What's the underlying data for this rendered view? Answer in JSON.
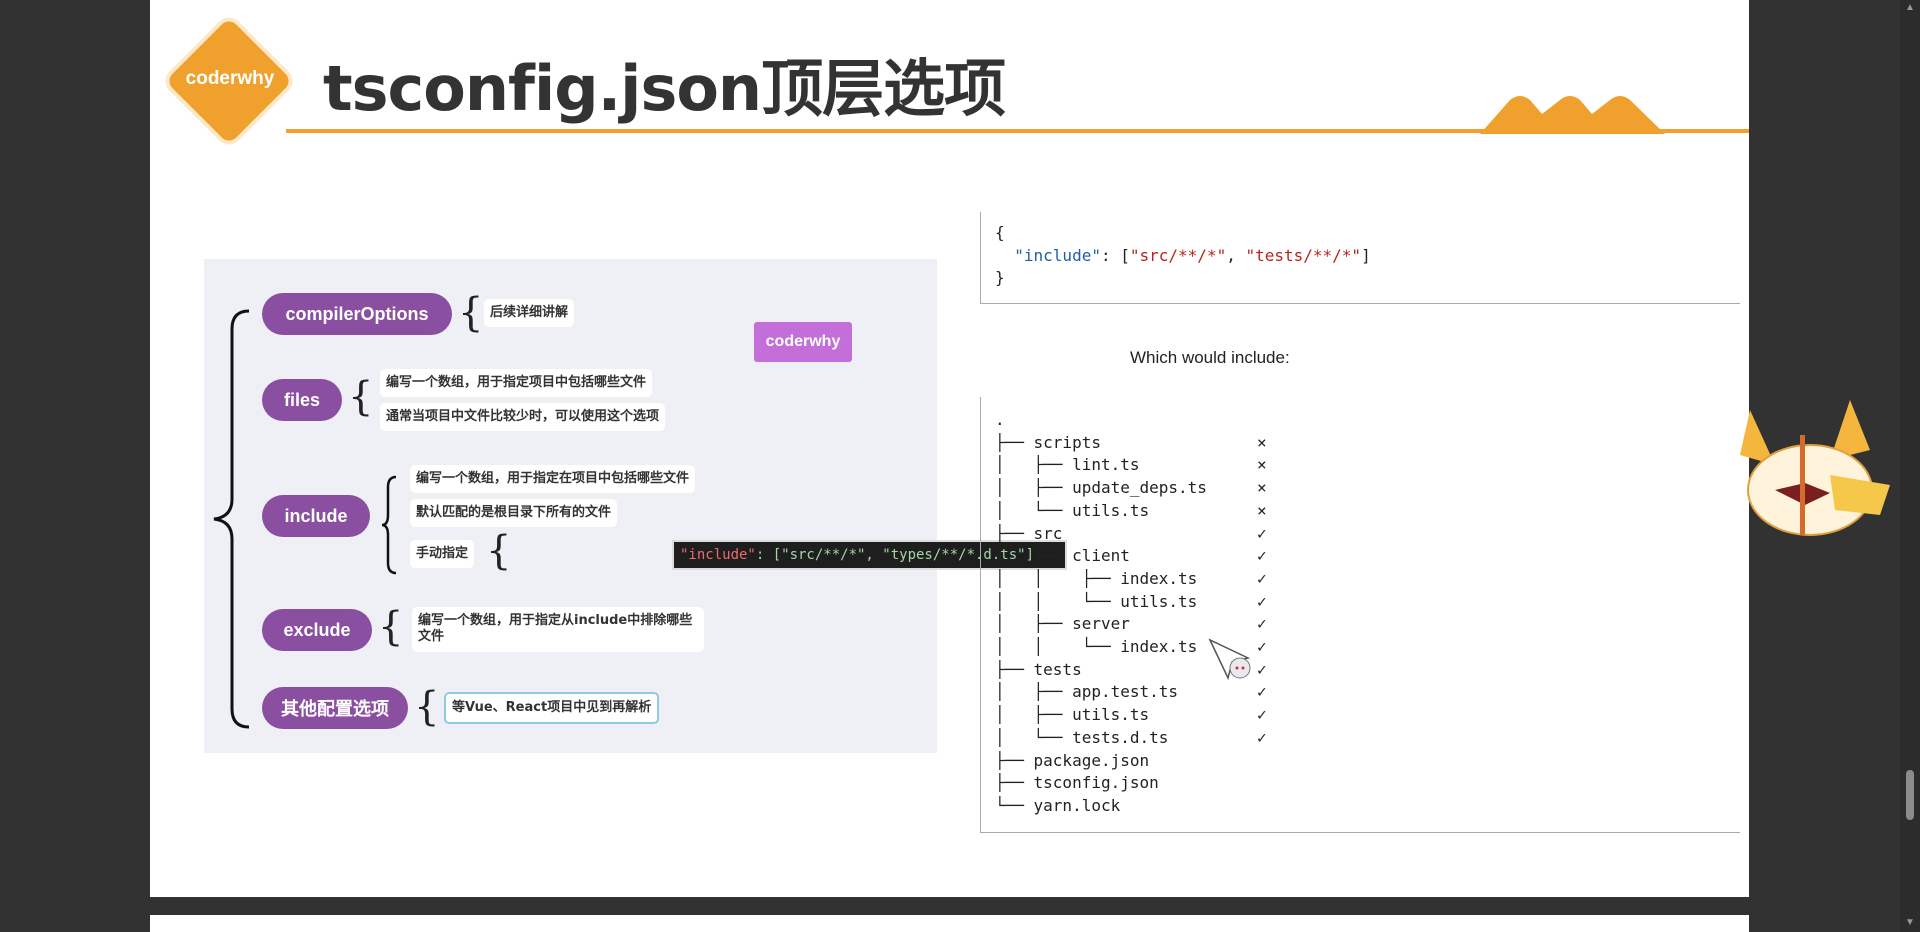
{
  "slide": {
    "logo_text": "coderwhy",
    "title": "tsconfig.json顶层选项",
    "watermark": "coderwhy"
  },
  "mindmap": {
    "nodes": [
      {
        "label": "compilerOptions",
        "notes": [
          "后续详细讲解"
        ]
      },
      {
        "label": "files",
        "notes": [
          "编写一个数组，用于指定项目中包括哪些文件",
          "通常当项目中文件比较少时，可以使用这个选项"
        ]
      },
      {
        "label": "include",
        "notes": [
          "编写一个数组，用于指定在项目中包括哪些文件",
          "默认匹配的是根目录下所有的文件",
          "手动指定"
        ]
      },
      {
        "label": "exclude",
        "notes": [
          "编写一个数组，用于指定从include中排除哪些\n文件"
        ]
      },
      {
        "label": "其他配置选项",
        "notes": [
          "等Vue、React项目中见到再解析"
        ]
      }
    ],
    "include_code_key": "\"include\"",
    "include_code_rest": ": [\"src/**/*\", \"types/**/*.d.ts\"]"
  },
  "docs": {
    "config_open": "{",
    "config_key": "\"include\"",
    "config_sep": ": [",
    "config_val1": "\"src/**/*\"",
    "config_comma": ", ",
    "config_val2": "\"tests/**/*\"",
    "config_end": "]",
    "config_close": "}",
    "prose": "Which would include:",
    "tree": [
      {
        "text": ".",
        "mark": ""
      },
      {
        "text": "├── scripts",
        "mark": "×"
      },
      {
        "text": "│   ├── lint.ts",
        "mark": "×"
      },
      {
        "text": "│   ├── update_deps.ts",
        "mark": "×"
      },
      {
        "text": "│   └── utils.ts",
        "mark": "×"
      },
      {
        "text": "├── src",
        "mark": "✓"
      },
      {
        "text": "│   ├── client",
        "mark": "✓"
      },
      {
        "text": "│   │    ├── index.ts",
        "mark": "✓"
      },
      {
        "text": "│   │    └── utils.ts",
        "mark": "✓"
      },
      {
        "text": "│   ├── server",
        "mark": "✓"
      },
      {
        "text": "│   │    └── index.ts",
        "mark": "✓"
      },
      {
        "text": "├── tests",
        "mark": "✓"
      },
      {
        "text": "│   ├── app.test.ts",
        "mark": "✓"
      },
      {
        "text": "│   ├── utils.ts",
        "mark": "✓"
      },
      {
        "text": "│   └── tests.d.ts",
        "mark": "✓"
      },
      {
        "text": "├── package.json",
        "mark": ""
      },
      {
        "text": "├── tsconfig.json",
        "mark": ""
      },
      {
        "text": "└── yarn.lock",
        "mark": ""
      }
    ]
  },
  "colors": {
    "brand_orange": "#f0a12d",
    "pill_purple": "#8a4fa1",
    "mindmap_bg": "#eff0f6"
  }
}
